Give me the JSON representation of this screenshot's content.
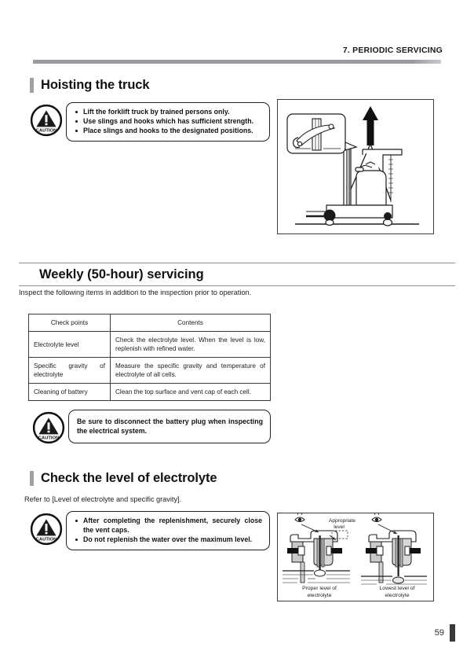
{
  "header": {
    "chapter": "7. PERIODIC SERVICING"
  },
  "sections": {
    "hoisting": {
      "title": "Hoisting the truck",
      "caution": {
        "icon": "caution-icon",
        "label": "CAUTION",
        "items": [
          "Lift the forklift truck by trained persons only.",
          "Use slings and hooks which has sufficient strength.",
          "Place slings and hooks to the designated positions."
        ]
      }
    },
    "weekly": {
      "title": "Weekly (50-hour) servicing",
      "intro": "Inspect the following items in addition to the inspection prior to operation.",
      "table": {
        "columns": [
          "Check points",
          "Contents"
        ],
        "rows": [
          [
            "Electrolyte level",
            "Check the electrolyte level. When the level is low, replenish with refined water."
          ],
          [
            "Specific gravity of electrolyte",
            "Measure the specific gravity and temperature of electrolyte of all cells."
          ],
          [
            "Cleaning of battery",
            "Clean the top surface and vent cap of each cell."
          ]
        ]
      },
      "caution": {
        "icon": "caution-icon",
        "label": "CAUTION",
        "text": "Be sure to disconnect the battery plug when inspecting the electrical system."
      }
    },
    "electrolyte": {
      "title": "Check the level of electrolyte",
      "intro": "Refer to [Level of electrolyte and specific gravity].",
      "caution": {
        "icon": "caution-icon",
        "label": "CAUTION",
        "items": [
          "After completing the replenishment, securely close the vent caps.",
          "Do not replenish the water over the maximum level."
        ]
      }
    }
  },
  "figures": {
    "hoisting": {
      "name": "forklift-hoisting-illustration",
      "callout": "sling-hook-detail"
    },
    "electrolyte": {
      "name": "electrolyte-level-illustration",
      "appropriate_level_label": "Appropriate\nlevel",
      "appropriate_level_line1": "Appropriate",
      "appropriate_level_line2": "level",
      "left_caption_line1": "Proper level of",
      "left_caption_line2": "electrolyte",
      "right_caption_line1": "Lowest level of",
      "right_caption_line2": "electrolyte"
    }
  },
  "footer": {
    "page_number": "59"
  },
  "colors": {
    "header_rule": "#9a9a9f",
    "section_bar": "#a0a0a5",
    "text": "#1a1a1a",
    "figure_border": "#3c3c40",
    "folio_bar": "#3a3a3e"
  }
}
